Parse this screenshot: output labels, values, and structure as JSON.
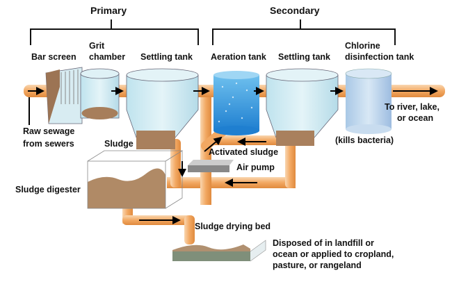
{
  "stages": {
    "primary": "Primary",
    "secondary": "Secondary"
  },
  "components": {
    "bar_screen": "Bar screen",
    "grit_line1": "Grit",
    "grit_line2": "chamber",
    "settling_tank_1": "Settling tank",
    "aeration_tank": "Aeration tank",
    "settling_tank_2": "Settling tank",
    "chlorine_line1": "Chlorine",
    "chlorine_line2": "disinfection tank"
  },
  "annotations": {
    "raw_line1": "Raw sewage",
    "raw_line2": "from sewers",
    "outlet_line1": "To river, lake,",
    "outlet_line2": "or ocean",
    "kills_bacteria": "(kills bacteria)",
    "sludge": "Sludge",
    "activated_sludge": "Activated sludge",
    "air_pump": "Air pump",
    "sludge_digester": "Sludge digester",
    "sludge_drying_bed": "Sludge drying bed",
    "disposed_line1": "Disposed of in landfill or",
    "disposed_line2": "ocean or applied to cropland,",
    "disposed_line3": "pasture, or rangeland"
  },
  "colors": {
    "pipe": "#f4b77c",
    "water": "#cfeaf2",
    "aeration": "#2f8fd6",
    "sludge": "#b08a66"
  }
}
